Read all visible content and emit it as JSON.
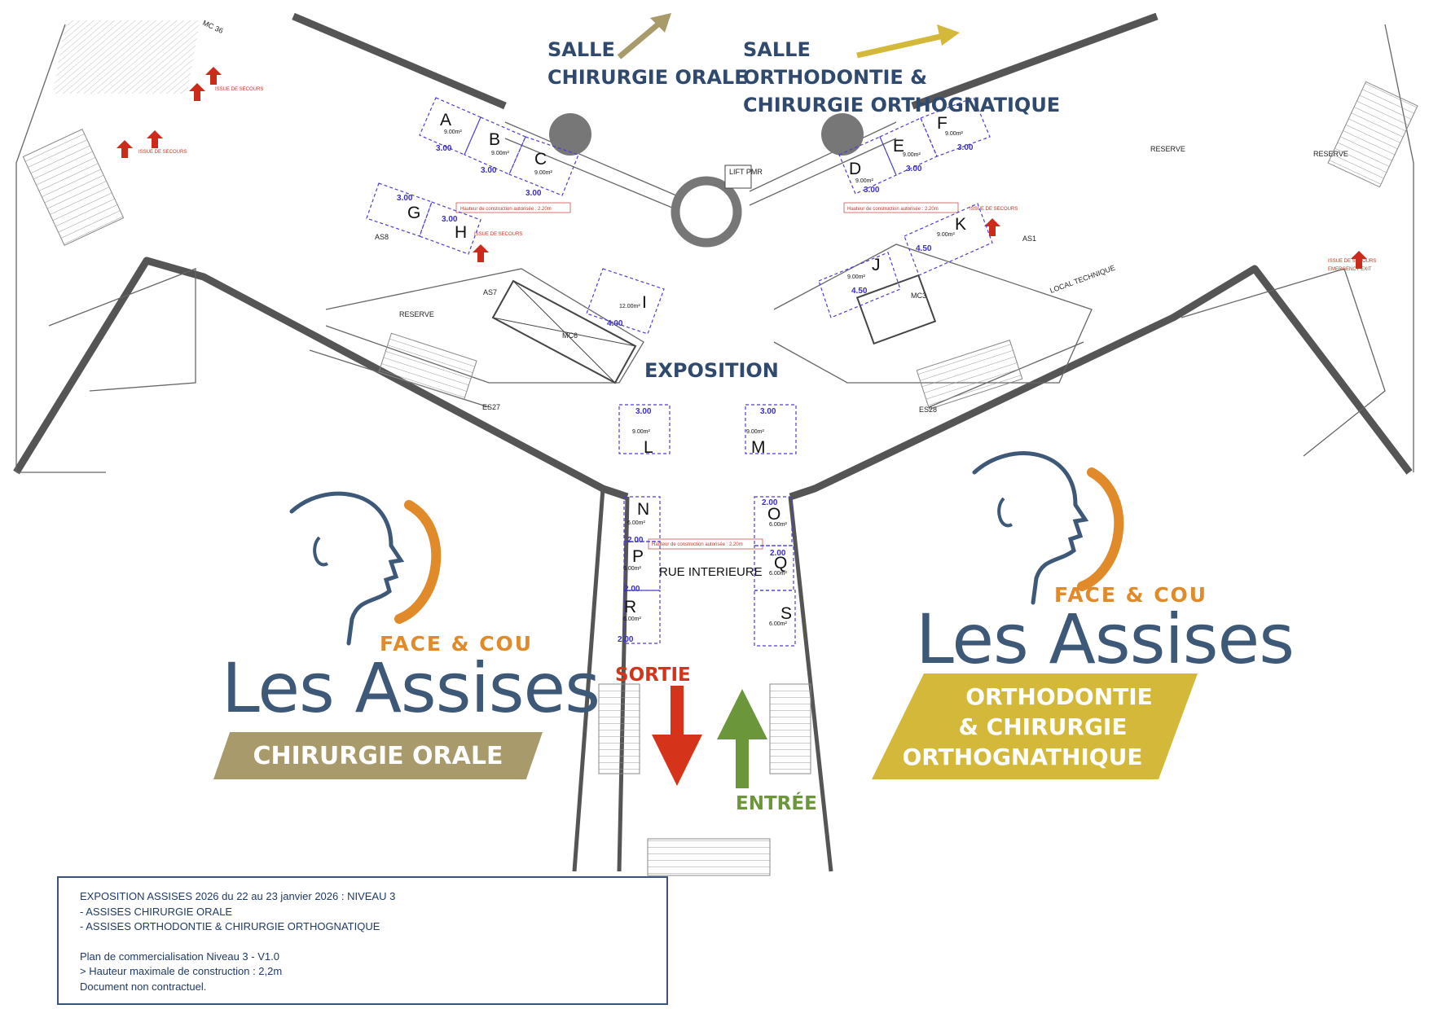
{
  "rooms": {
    "salle_oral": [
      "SALLE",
      "CHIRURGIE ORALE"
    ],
    "salle_ortho": [
      "SALLE",
      "ORTHODONTIE &",
      "CHIRURGIE ORTHOGNATIQUE"
    ],
    "exposition": "EXPOSITION",
    "rue": "RUE INTERIEURE"
  },
  "stands": [
    {
      "letter": "A"
    },
    {
      "letter": "B"
    },
    {
      "letter": "C"
    },
    {
      "letter": "D"
    },
    {
      "letter": "E"
    },
    {
      "letter": "F"
    },
    {
      "letter": "G"
    },
    {
      "letter": "H"
    },
    {
      "letter": "I"
    },
    {
      "letter": "J"
    },
    {
      "letter": "K"
    },
    {
      "letter": "L"
    },
    {
      "letter": "M"
    },
    {
      "letter": "N"
    },
    {
      "letter": "O"
    },
    {
      "letter": "P"
    },
    {
      "letter": "Q"
    },
    {
      "letter": "R"
    },
    {
      "letter": "S"
    }
  ],
  "dims": {
    "d300": "3.00",
    "d200": "2.00",
    "d450": "4.50",
    "d400": "4.00",
    "a9": "9.00m²",
    "a6": "6.00m²",
    "a12": "12.00m²"
  },
  "plan_labels": {
    "height_note": "Hauteur de construction autorisée : 2.20m",
    "issue": "ISSUE DE SECOURS",
    "emergency": "EMERGENCY EXIT",
    "mc6": "MC6",
    "mc3": "MC3",
    "as8": "AS8",
    "as7": "AS7",
    "as1": "AS1",
    "es27": "ES27",
    "es28": "ES28",
    "reserve": "RESERVE",
    "lift": "LIFT PMR",
    "local": "LOCAL TECHNIQUE",
    "mc36": "MC 36"
  },
  "directions": {
    "sortie": "SORTIE",
    "entree": "ENTRÉE"
  },
  "logos": {
    "left": {
      "sub": "FACE & COU",
      "main": "Les Assises",
      "banner": "CHIRURGIE ORALE"
    },
    "right": {
      "sub": "FACE & COU",
      "main": "Les Assises",
      "banner_lines": [
        "ORTHODONTIE",
        "& CHIRURGIE",
        "ORTHOGNATHIQUE"
      ]
    }
  },
  "colors": {
    "navy": "#3e5878",
    "orange": "#e08a2a",
    "gold": "#a99a6b",
    "yellow": "#d4b83a",
    "red": "#d5341b",
    "green": "#6b973a",
    "stand_border": "#4a3fd1"
  },
  "info": {
    "line1": "EXPOSITION ASSISES 2026 du 22 au 23 janvier 2026 : NIVEAU 3",
    "line2": "- ASSISES CHIRURGIE ORALE",
    "line3": "- ASSISES ORTHODONTIE & CHIRURGIE ORTHOGNATIQUE",
    "line4": "Plan de commercialisation Niveau 3 - V1.0",
    "line5": "> Hauteur maximale de construction : 2,2m",
    "line6": "Document non contractuel."
  }
}
